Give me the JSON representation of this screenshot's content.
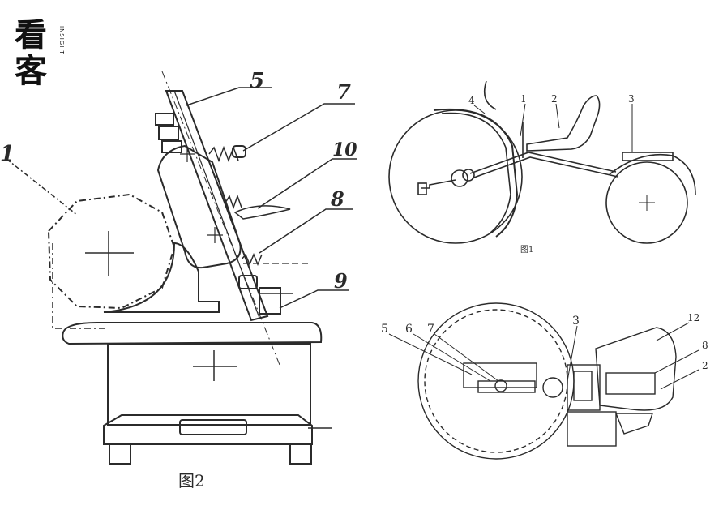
{
  "logo": {
    "text": "看客",
    "subtitle": "INSIGHT"
  },
  "left_figure": {
    "caption": "图2",
    "labels": [
      "1",
      "5",
      "7",
      "10",
      "8",
      "9"
    ]
  },
  "right_top_figure": {
    "caption": "图1",
    "labels": [
      "4",
      "1",
      "2",
      "3"
    ]
  },
  "right_bottom_figure": {
    "labels": [
      "5",
      "6",
      "7",
      "3",
      "12",
      "8",
      "2"
    ]
  },
  "colors": {
    "ink": "#2b2b2b",
    "background": "#ffffff"
  }
}
